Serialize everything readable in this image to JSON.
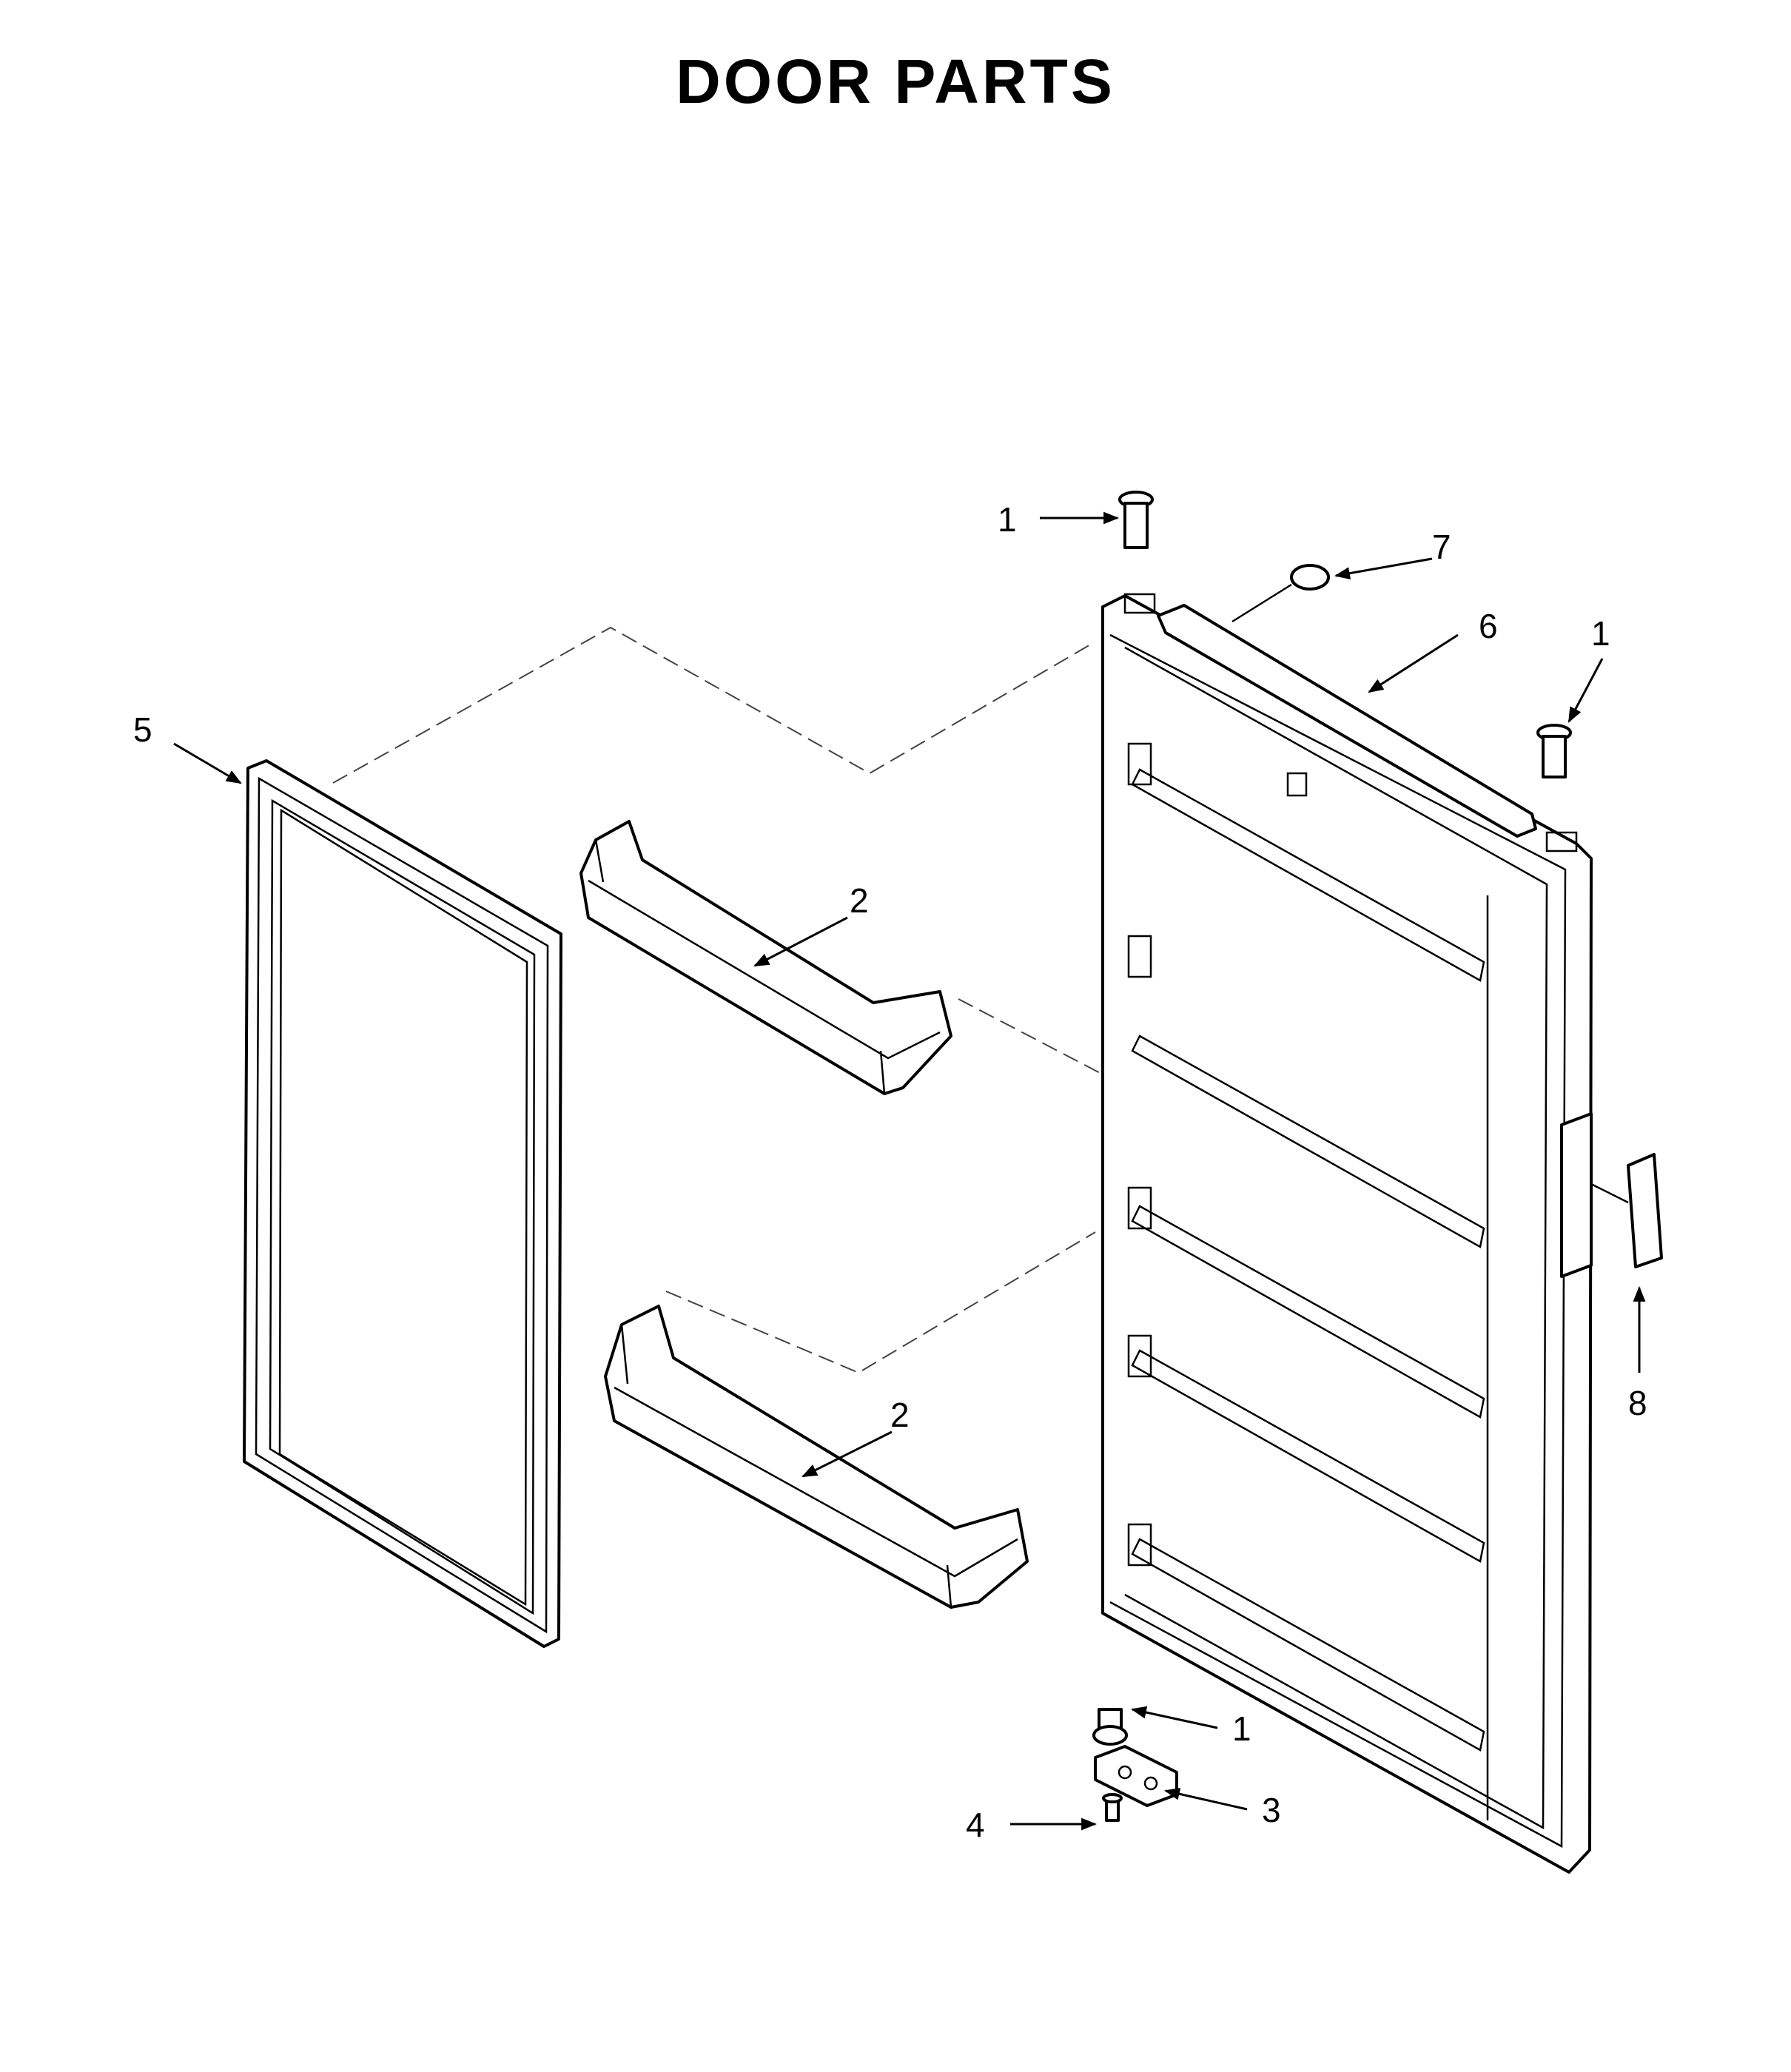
{
  "diagram": {
    "title": "DOOR PARTS",
    "callouts": {
      "c1_top": "1",
      "c1_right": "1",
      "c1_bottom": "1",
      "c2_upper": "2",
      "c2_lower": "2",
      "c3": "3",
      "c4": "4",
      "c5": "5",
      "c6": "6",
      "c7": "7",
      "c8": "8"
    }
  }
}
